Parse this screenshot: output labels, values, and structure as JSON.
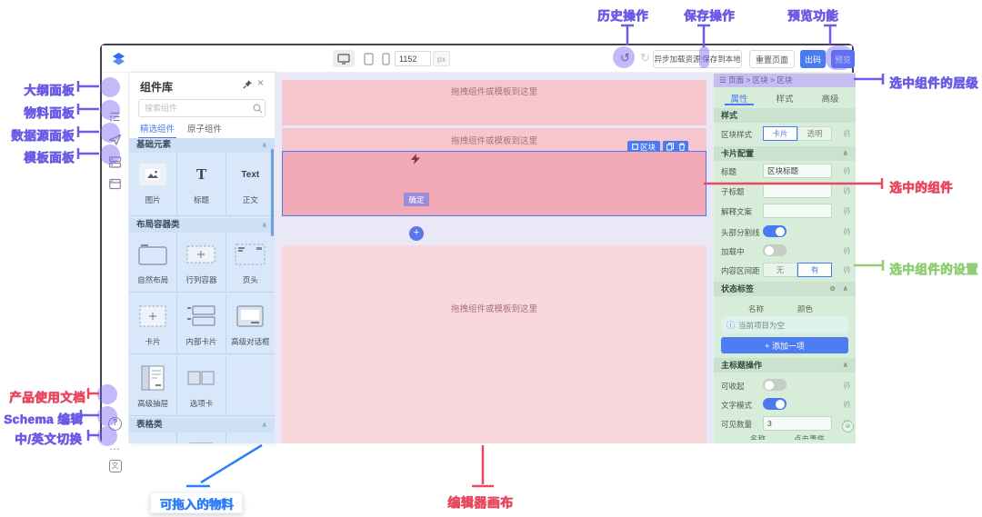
{
  "annotation_colors": {
    "purple": "#6b5be6",
    "red": "#e8495f",
    "green": "#8fce74",
    "blue": "#2e7ef7",
    "accent": "#4a7af0"
  },
  "annotations": {
    "top": [
      "历史操作",
      "保存操作",
      "预览功能"
    ],
    "left_rail": [
      "大纲面板",
      "物料面板",
      "数据源面板",
      "模板面板"
    ],
    "bottom_left": [
      "产品使用文档",
      "Schema 编辑",
      "中/英文切换"
    ],
    "right": [
      "选中组件的层级",
      "选中的组件",
      "选中组件的设置"
    ],
    "bottom": [
      "可拖入的物料",
      "编辑器画布"
    ]
  },
  "toolbar": {
    "width_value": "1152",
    "width_unit": "px",
    "async_load": "异步加载资源",
    "save_local": "保存到本地",
    "reset_page": "重置页面",
    "codegen": "出码",
    "preview": "预览"
  },
  "icons": {
    "undo": "↺",
    "redo": "↻",
    "help": "?",
    "more": "…",
    "translate": "文",
    "close": "×",
    "collapse": "∧",
    "circle_equal": "⊜",
    "info": "ⓘ",
    "menu": "☰",
    "plus": "+",
    "code": "{/}"
  },
  "component_panel": {
    "title": "组件库",
    "search_placeholder": "搜索组件",
    "tab_featured": "精选组件",
    "tab_atomic": "原子组件",
    "section_basic": "基础元素",
    "section_layout": "布局容器类",
    "section_table": "表格类",
    "items": {
      "image": "图片",
      "heading": "标题",
      "text": "正文",
      "natural": "自然布局",
      "rowcol": "行列容器",
      "pageheader": "页头",
      "card": "卡片",
      "innercard": "内部卡片",
      "dialog": "高级对话框",
      "drawer": "高级抽屉",
      "tabs": "选项卡"
    },
    "glyph_T": "T",
    "glyph_Text": "Text"
  },
  "canvas": {
    "dropzone_text": "拖拽组件或模板到这里",
    "block_chip_label": "区块",
    "confirm_button": "确定"
  },
  "settings": {
    "breadcrumb": "☰  页面 > 区块 > 区块",
    "tab_props": "属性",
    "tab_style": "样式",
    "tab_advanced": "高级",
    "sec_style": "样式",
    "block_style_label": "区块样式",
    "opt_card": "卡片",
    "opt_transparent": "透明",
    "sec_card_config": "卡片配置",
    "row_title": "标题",
    "row_title_value": "区块标题",
    "row_subtitle": "子标题",
    "row_desc": "解释文案",
    "row_divider": "头部分割线",
    "row_loading": "加载中",
    "row_padding": "内容区间距",
    "opt_none": "无",
    "opt_have": "有",
    "sec_status_tag": "状态标签",
    "col_name": "名称",
    "col_color": "颜色",
    "empty_tip": "当前项目为空",
    "add_item": "+ 添加一项",
    "sec_main_title": "主标题操作",
    "row_collapsible": "可收起",
    "row_text_mode": "文字模式",
    "row_visible_count": "可见数量",
    "visible_count_value": "3",
    "col_click_event": "点击事件"
  }
}
